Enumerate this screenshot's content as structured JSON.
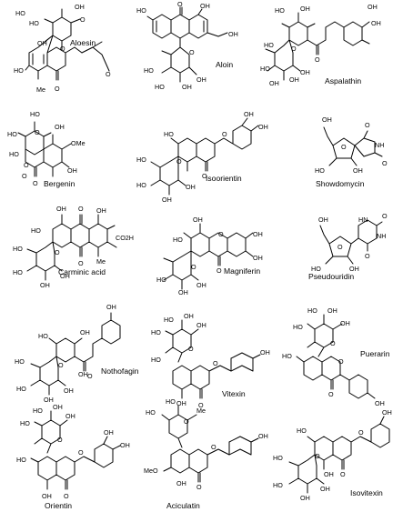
{
  "compounds": [
    {
      "name": "Aloesin",
      "atoms": [
        "HO",
        "HO",
        "OH",
        "O",
        "OH",
        "HO",
        "O",
        "O",
        "Me",
        "O"
      ]
    },
    {
      "name": "Aloin",
      "atoms": [
        "HO",
        "O",
        "OH",
        "OH",
        "O",
        "HO",
        "HO",
        "OH",
        "OH"
      ]
    },
    {
      "name": "Aspalathin",
      "atoms": [
        "HO",
        "OH",
        "OH",
        "OH",
        "O",
        "HO",
        "O",
        "HO",
        "OH",
        "OH",
        "OH"
      ]
    },
    {
      "name": "Bergenin",
      "atoms": [
        "HO",
        "HO",
        "O",
        "OH",
        "O",
        "OMe",
        "HO",
        "O",
        "OH",
        "O"
      ]
    },
    {
      "name": "Isoorientin",
      "atoms": [
        "OH",
        "HO",
        "O",
        "OH",
        "O",
        "HO",
        "HO",
        "OH",
        "OH",
        "O"
      ]
    },
    {
      "name": "Showdomycin",
      "atoms": [
        "OH",
        "O",
        "O",
        "NH",
        "O",
        "HO",
        "OH"
      ]
    },
    {
      "name": "Carminic acid",
      "atoms": [
        "OH",
        "O",
        "OH",
        "HO",
        "O",
        "HO",
        "HO",
        "OH",
        "OH",
        "O",
        "CO2H",
        "Me"
      ]
    },
    {
      "name": "Magniferin",
      "atoms": [
        "OH",
        "O",
        "HO",
        "O",
        "OH",
        "OH",
        "HO",
        "OH",
        "OH",
        "O"
      ]
    },
    {
      "name": "Pseudouridin",
      "atoms": [
        "OH",
        "O",
        "HN",
        "O",
        "NH",
        "O",
        "HO",
        "OH"
      ]
    },
    {
      "name": "Nothofagin",
      "atoms": [
        "OH",
        "HO",
        "OH",
        "O",
        "HO",
        "HO",
        "OH",
        "OH",
        "OH",
        "O"
      ]
    },
    {
      "name": "Vitexin",
      "atoms": [
        "HO",
        "HO",
        "O",
        "OH",
        "OH",
        "HO",
        "O",
        "OH",
        "OH",
        "O"
      ]
    },
    {
      "name": "Puerarin",
      "atoms": [
        "HO",
        "HO",
        "O",
        "OH",
        "OH",
        "HO",
        "O",
        "O",
        "OH"
      ]
    },
    {
      "name": "Orientin",
      "atoms": [
        "HO",
        "HO",
        "O",
        "OH",
        "OH",
        "HO",
        "O",
        "OH",
        "OH",
        "OH",
        "O"
      ]
    },
    {
      "name": "Aciculatin",
      "atoms": [
        "HO",
        "O",
        "Me",
        "HO",
        "MeO",
        "O",
        "OH",
        "OH",
        "O"
      ]
    },
    {
      "name": "Isovitexin",
      "atoms": [
        "OH",
        "HO",
        "O",
        "O",
        "HO",
        "HO",
        "OH",
        "OH",
        "OH",
        "O"
      ]
    }
  ]
}
